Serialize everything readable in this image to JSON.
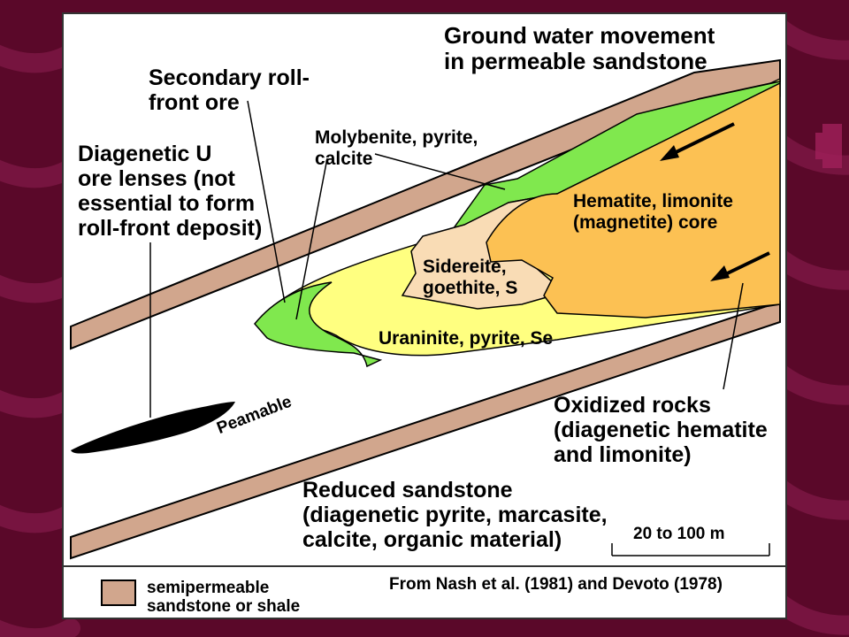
{
  "header": {
    "line1": "Ground water movement",
    "line2": "in permeable sandstone"
  },
  "labels": {
    "secondary_ore": {
      "line1": "Secondary roll-",
      "line2": "front ore"
    },
    "molybenite": {
      "line1": "Molybenite, pyrite,",
      "line2": "calcite"
    },
    "diagenetic_lenses": {
      "line1": "Diagenetic U",
      "line2": "ore lenses (not",
      "line3": "essential to form",
      "line4": "roll-front deposit)"
    },
    "hematite_core": {
      "line1": "Hematite, limonite",
      "line2": "(magnetite) core"
    },
    "sidereite": {
      "line1": "Sidereite,",
      "line2": "goethite, S"
    },
    "uraninite": "Uraninite, pyrite, Se",
    "peamable": "Peamable",
    "oxidized": {
      "line1": "Oxidized rocks",
      "line2": "(diagenetic hematite",
      "line3": "and limonite)"
    },
    "reduced": {
      "line1": "Reduced sandstone",
      "line2": "(diagenetic pyrite, marcasite,",
      "line3": "calcite, organic material)"
    }
  },
  "scale_bar": {
    "label": "20 to 100 m"
  },
  "legend": {
    "line1": "semipermeable",
    "line2": "sandstone or shale"
  },
  "credit": "From Nash et al. (1981) and Devoto (1978)",
  "colors": {
    "background": "#5a0829",
    "shale": "#d1a68d",
    "oxidized_core": "#fcc153",
    "transition_zone": "#f9dcb5",
    "uraninite_zone": "#ffff80",
    "secondary_ore_zone": "#80e84e",
    "ore_lens": "#000000"
  },
  "icons": [
    "groundwater-flow-arrow-icon",
    "groundwater-flow-arrow-icon"
  ]
}
